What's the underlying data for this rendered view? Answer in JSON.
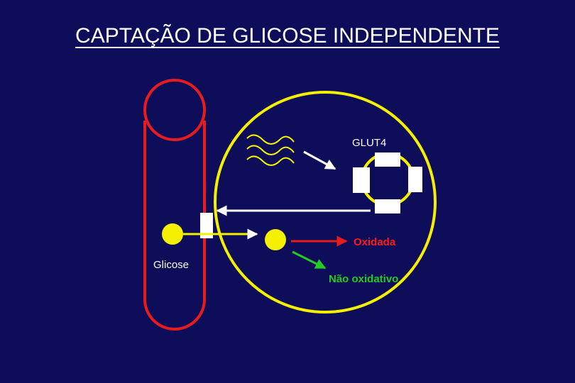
{
  "slide": {
    "title": "CAPTAÇÃO DE GLICOSE INDEPENDENTE"
  },
  "labels": {
    "glut4": "GLUT4",
    "oxidized": "Oxidada",
    "glucose": "Glicose",
    "non_oxidative": "Não oxidativo"
  },
  "colors": {
    "background": "#0d0d5a",
    "vessel": "#e81c1c",
    "cell": "#f5f000",
    "transporter": "#ffffff",
    "oxidized_arrow": "#e81c1c",
    "non_oxidative_arrow": "#22cc22"
  }
}
